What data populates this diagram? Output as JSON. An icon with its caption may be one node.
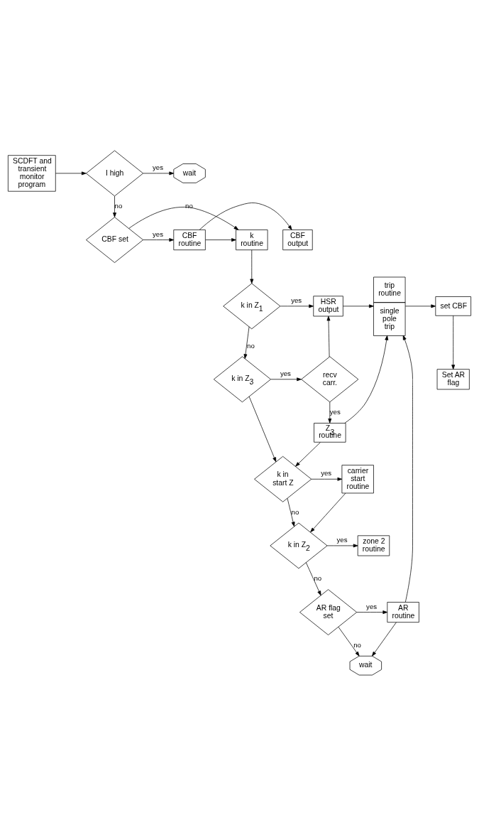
{
  "diagram": {
    "nodes": [
      {
        "text": [
          "SCDFT and transient monitor program"
        ]
      },
      {
        "text": [
          "I high"
        ]
      },
      {
        "text": [
          "wait"
        ]
      },
      {
        "text": [
          "CBF set"
        ]
      },
      {
        "text": [
          "CBF routine"
        ]
      },
      {
        "text": [
          "CBF output"
        ]
      },
      {
        "text": [
          "k routine"
        ]
      },
      {
        "text": [
          "k in Z$_{1}$"
        ]
      },
      {
        "text": [
          "HSR output"
        ]
      },
      {
        "text": [
          "trip routine",
          "single pole trip"
        ]
      },
      {
        "text": [
          "set CBF"
        ]
      },
      {
        "text": [
          "Set AR flag"
        ]
      },
      {
        "text": [
          "k in Z$_{3}$"
        ]
      },
      {
        "text": [
          "recv carr."
        ]
      },
      {
        "text": [
          "Z$_{3}$ routine"
        ]
      },
      {
        "text": [
          "k in start Z"
        ]
      },
      {
        "text": [
          "carrier start routine"
        ]
      },
      {
        "text": [
          "k in Z$_{2}$"
        ]
      },
      {
        "text": [
          "zone 2 routine"
        ]
      },
      {
        "text": [
          "AR flag set"
        ]
      },
      {
        "text": [
          "AR routine"
        ]
      },
      {
        "text": [
          "wait"
        ]
      }
    ],
    "edges": [
      {
        "from": 0,
        "to": 1,
        "arrow": "to"
      },
      {
        "from": 1,
        "to": 2,
        "arrow": "to",
        "label": "yes"
      },
      {
        "from": 1,
        "to": 3,
        "arrow": "to",
        "label": "no"
      },
      {
        "from": 3,
        "to": 4,
        "arrow": "to",
        "label": "yes"
      },
      {
        "from": 4,
        "to": 5,
        "arrow": "to"
      },
      {
        "from": 3,
        "to": 6,
        "arrow": "to",
        "label": "no"
      },
      {
        "from": 4,
        "to": 6,
        "arrow": "to"
      },
      {
        "from": 6,
        "to": 7,
        "arrow": "to"
      },
      {
        "from": 7,
        "to": 8,
        "arrow": "to",
        "label": "yes"
      },
      {
        "from": 8,
        "to": 9,
        "arrow": "to"
      },
      {
        "from": 9,
        "to": 10,
        "arrow": "to"
      },
      {
        "from": 10,
        "to": 11,
        "arrow": "to"
      },
      {
        "from": 7,
        "to": 12,
        "arrow": "to",
        "label": "no"
      },
      {
        "from": 12,
        "to": 13,
        "arrow": "to",
        "label": "yes"
      },
      {
        "from": 13,
        "to": 8,
        "arrow": "to"
      },
      {
        "from": 13,
        "to": 14,
        "arrow": "to",
        "label": "yes"
      },
      {
        "from": 14,
        "to": 9,
        "arrow": "to"
      },
      {
        "from": 14,
        "to": 15,
        "arrow": "to"
      },
      {
        "from": 12,
        "to": 15,
        "arrow": "to"
      },
      {
        "from": 15,
        "to": 16,
        "arrow": "to",
        "label": "yes"
      },
      {
        "from": 16,
        "to": 17,
        "arrow": "to"
      },
      {
        "from": 15,
        "to": 17,
        "arrow": "to",
        "label": "no"
      },
      {
        "from": 17,
        "to": 18,
        "arrow": "to",
        "label": "yes"
      },
      {
        "from": 17,
        "to": 19,
        "arrow": "to",
        "label": "no"
      },
      {
        "from": 19,
        "to": 20,
        "arrow": "to",
        "label": "yes"
      },
      {
        "from": 20,
        "to": 9,
        "arrow": "to"
      },
      {
        "from": 20,
        "to": 21,
        "arrow": "to"
      },
      {
        "from": 19,
        "to": 21,
        "arrow": "to",
        "label": "no"
      }
    ]
  }
}
